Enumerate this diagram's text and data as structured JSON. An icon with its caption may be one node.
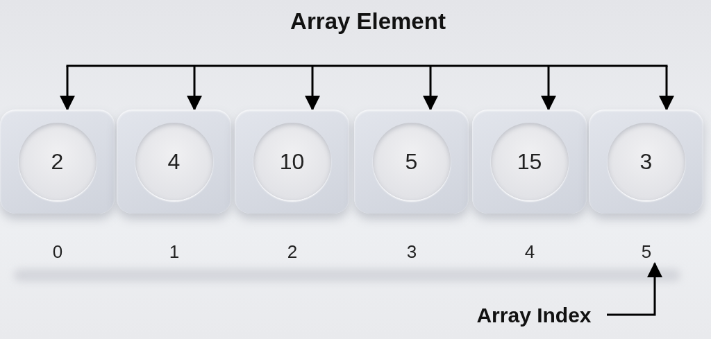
{
  "diagram": {
    "title": "Array Element",
    "nodes": [
      {
        "text": [
          "2"
        ]
      },
      {
        "text": [
          "4"
        ]
      },
      {
        "text": [
          "10"
        ]
      },
      {
        "text": [
          "5"
        ]
      },
      {
        "text": [
          "15"
        ]
      },
      {
        "text": [
          "3"
        ]
      },
      {
        "text": [
          "0"
        ]
      },
      {
        "text": [
          "1"
        ]
      },
      {
        "text": [
          "2"
        ]
      },
      {
        "text": [
          "3"
        ]
      },
      {
        "text": [
          "4"
        ]
      },
      {
        "text": [
          "5"
        ]
      },
      {
        "text": [
          "Array Index"
        ]
      }
    ],
    "edges": [
      {
        "from": null,
        "to": 0,
        "arrow": "to"
      },
      {
        "from": null,
        "to": 1,
        "arrow": "to"
      },
      {
        "from": null,
        "to": 2,
        "arrow": "to"
      },
      {
        "from": null,
        "to": 3,
        "arrow": "to"
      },
      {
        "from": null,
        "to": 4,
        "arrow": "to"
      },
      {
        "from": null,
        "to": 5,
        "arrow": "to"
      },
      {
        "from": 12,
        "to": 11,
        "arrow": "to"
      }
    ]
  }
}
